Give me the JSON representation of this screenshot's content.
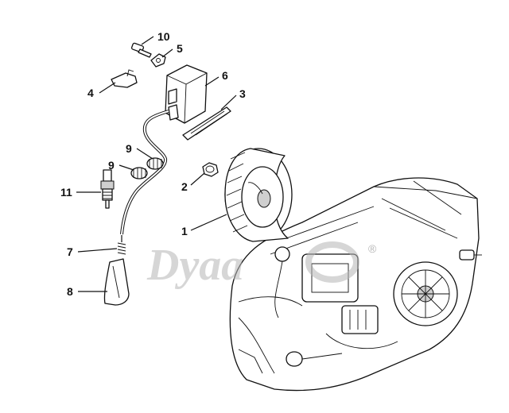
{
  "watermark": {
    "text": "Dyaa",
    "suffix": "®"
  },
  "callouts": [
    {
      "id": "1",
      "label": "1"
    },
    {
      "id": "2",
      "label": "2"
    },
    {
      "id": "3",
      "label": "3"
    },
    {
      "id": "4",
      "label": "4"
    },
    {
      "id": "5",
      "label": "5"
    },
    {
      "id": "6",
      "label": "6"
    },
    {
      "id": "7",
      "label": "7"
    },
    {
      "id": "8",
      "label": "8"
    },
    {
      "id": "9a",
      "label": "9"
    },
    {
      "id": "9b",
      "label": "9"
    },
    {
      "id": "10",
      "label": "10"
    },
    {
      "id": "11",
      "label": "11"
    }
  ]
}
